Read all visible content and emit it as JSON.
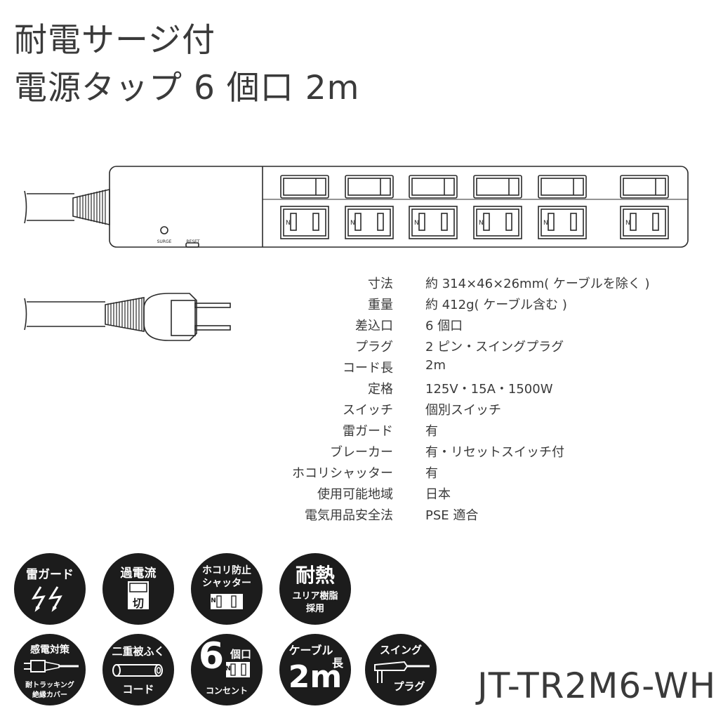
{
  "title": {
    "line1": "耐電サージ付",
    "line2": "電源タップ 6 個口 2m"
  },
  "diagram": {
    "surge_label": "SURGE",
    "reset_label": "RESET",
    "outlet_label": "N",
    "outlet_count": 6
  },
  "specs": [
    {
      "label": "寸法",
      "value": "約 314×46×26mm( ケーブルを除く )"
    },
    {
      "label": "重量",
      "value": "約 412g( ケーブル含む )"
    },
    {
      "label": "差込口",
      "value": "6 個口"
    },
    {
      "label": "プラグ",
      "value": "2 ピン・スイングプラグ"
    },
    {
      "label": "コード長",
      "value": "2m"
    },
    {
      "label": "定格",
      "value": "125V・15A・1500W"
    },
    {
      "label": "スイッチ",
      "value": "個別スイッチ"
    },
    {
      "label": "雷ガード",
      "value": "有"
    },
    {
      "label": "ブレーカー",
      "value": "有・リセットスイッチ付"
    },
    {
      "label": "ホコリシャッター",
      "value": "有"
    },
    {
      "label": "使用可能地域",
      "value": "日本"
    },
    {
      "label": "電気用品安全法",
      "value": "PSE 適合"
    }
  ],
  "badges": {
    "lightning_guard": {
      "text": "雷ガード",
      "icon": "lightning-icon"
    },
    "overcurrent": {
      "text": "過電流",
      "switch_text": "切",
      "icon": "switch-icon"
    },
    "dust_shutter": {
      "line1": "ホコリ防止",
      "line2": "シャッター",
      "outlet_label": "N",
      "icon": "outlet-icon"
    },
    "heat_resistant": {
      "main": "耐熱",
      "line1": "ユリア樹脂",
      "line2": "採用"
    },
    "shock_protection": {
      "top": "感電対策",
      "bottom1": "耐トラッキング",
      "bottom2": "絶縁カバー",
      "icon": "plug-icon"
    },
    "double_coated": {
      "top": "二重被ふく",
      "bottom": "コード",
      "icon": "cord-icon"
    },
    "six_outlets": {
      "number": "6",
      "unit": "個口",
      "bottom": "コンセント",
      "outlet_label": "N",
      "icon": "outlet-icon"
    },
    "cable_length": {
      "top1": "ケーブル",
      "top2": "長",
      "value": "2m"
    },
    "swing_plug": {
      "top": "スイング",
      "bottom": "プラグ",
      "icon": "swing-plug-icon"
    }
  },
  "model_number": "JT-TR2M6-WH"
}
